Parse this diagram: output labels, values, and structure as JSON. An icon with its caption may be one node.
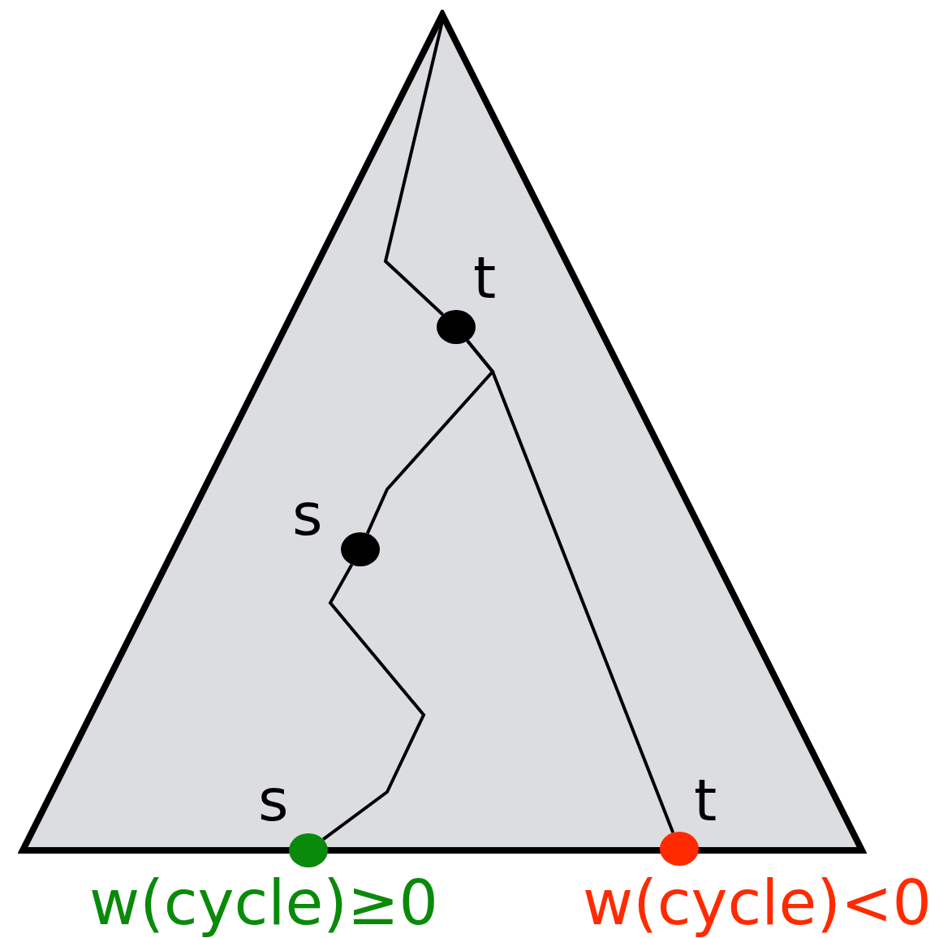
{
  "diagram": {
    "nodes": [
      {
        "text": [],
        "shape": "triangle"
      },
      {
        "text": [],
        "shape": "circle",
        "beside": [
          "t"
        ],
        "in": 0
      },
      {
        "text": [],
        "shape": "circle",
        "beside": [
          "s"
        ],
        "in": 0
      },
      {
        "text": [],
        "shape": "circle",
        "beside": [
          "s",
          "w(cycle)≥0"
        ],
        "in": 0
      },
      {
        "text": [],
        "shape": "circle",
        "beside": [
          "t",
          "w(cycle)<0"
        ],
        "in": 0
      }
    ],
    "edges": [
      {
        "from": null,
        "to": 1,
        "arrow": "none"
      },
      {
        "from": 1,
        "to": 2,
        "arrow": "none"
      },
      {
        "from": 1,
        "to": 4,
        "arrow": "none"
      },
      {
        "from": 2,
        "to": 3,
        "arrow": "none"
      }
    ]
  }
}
